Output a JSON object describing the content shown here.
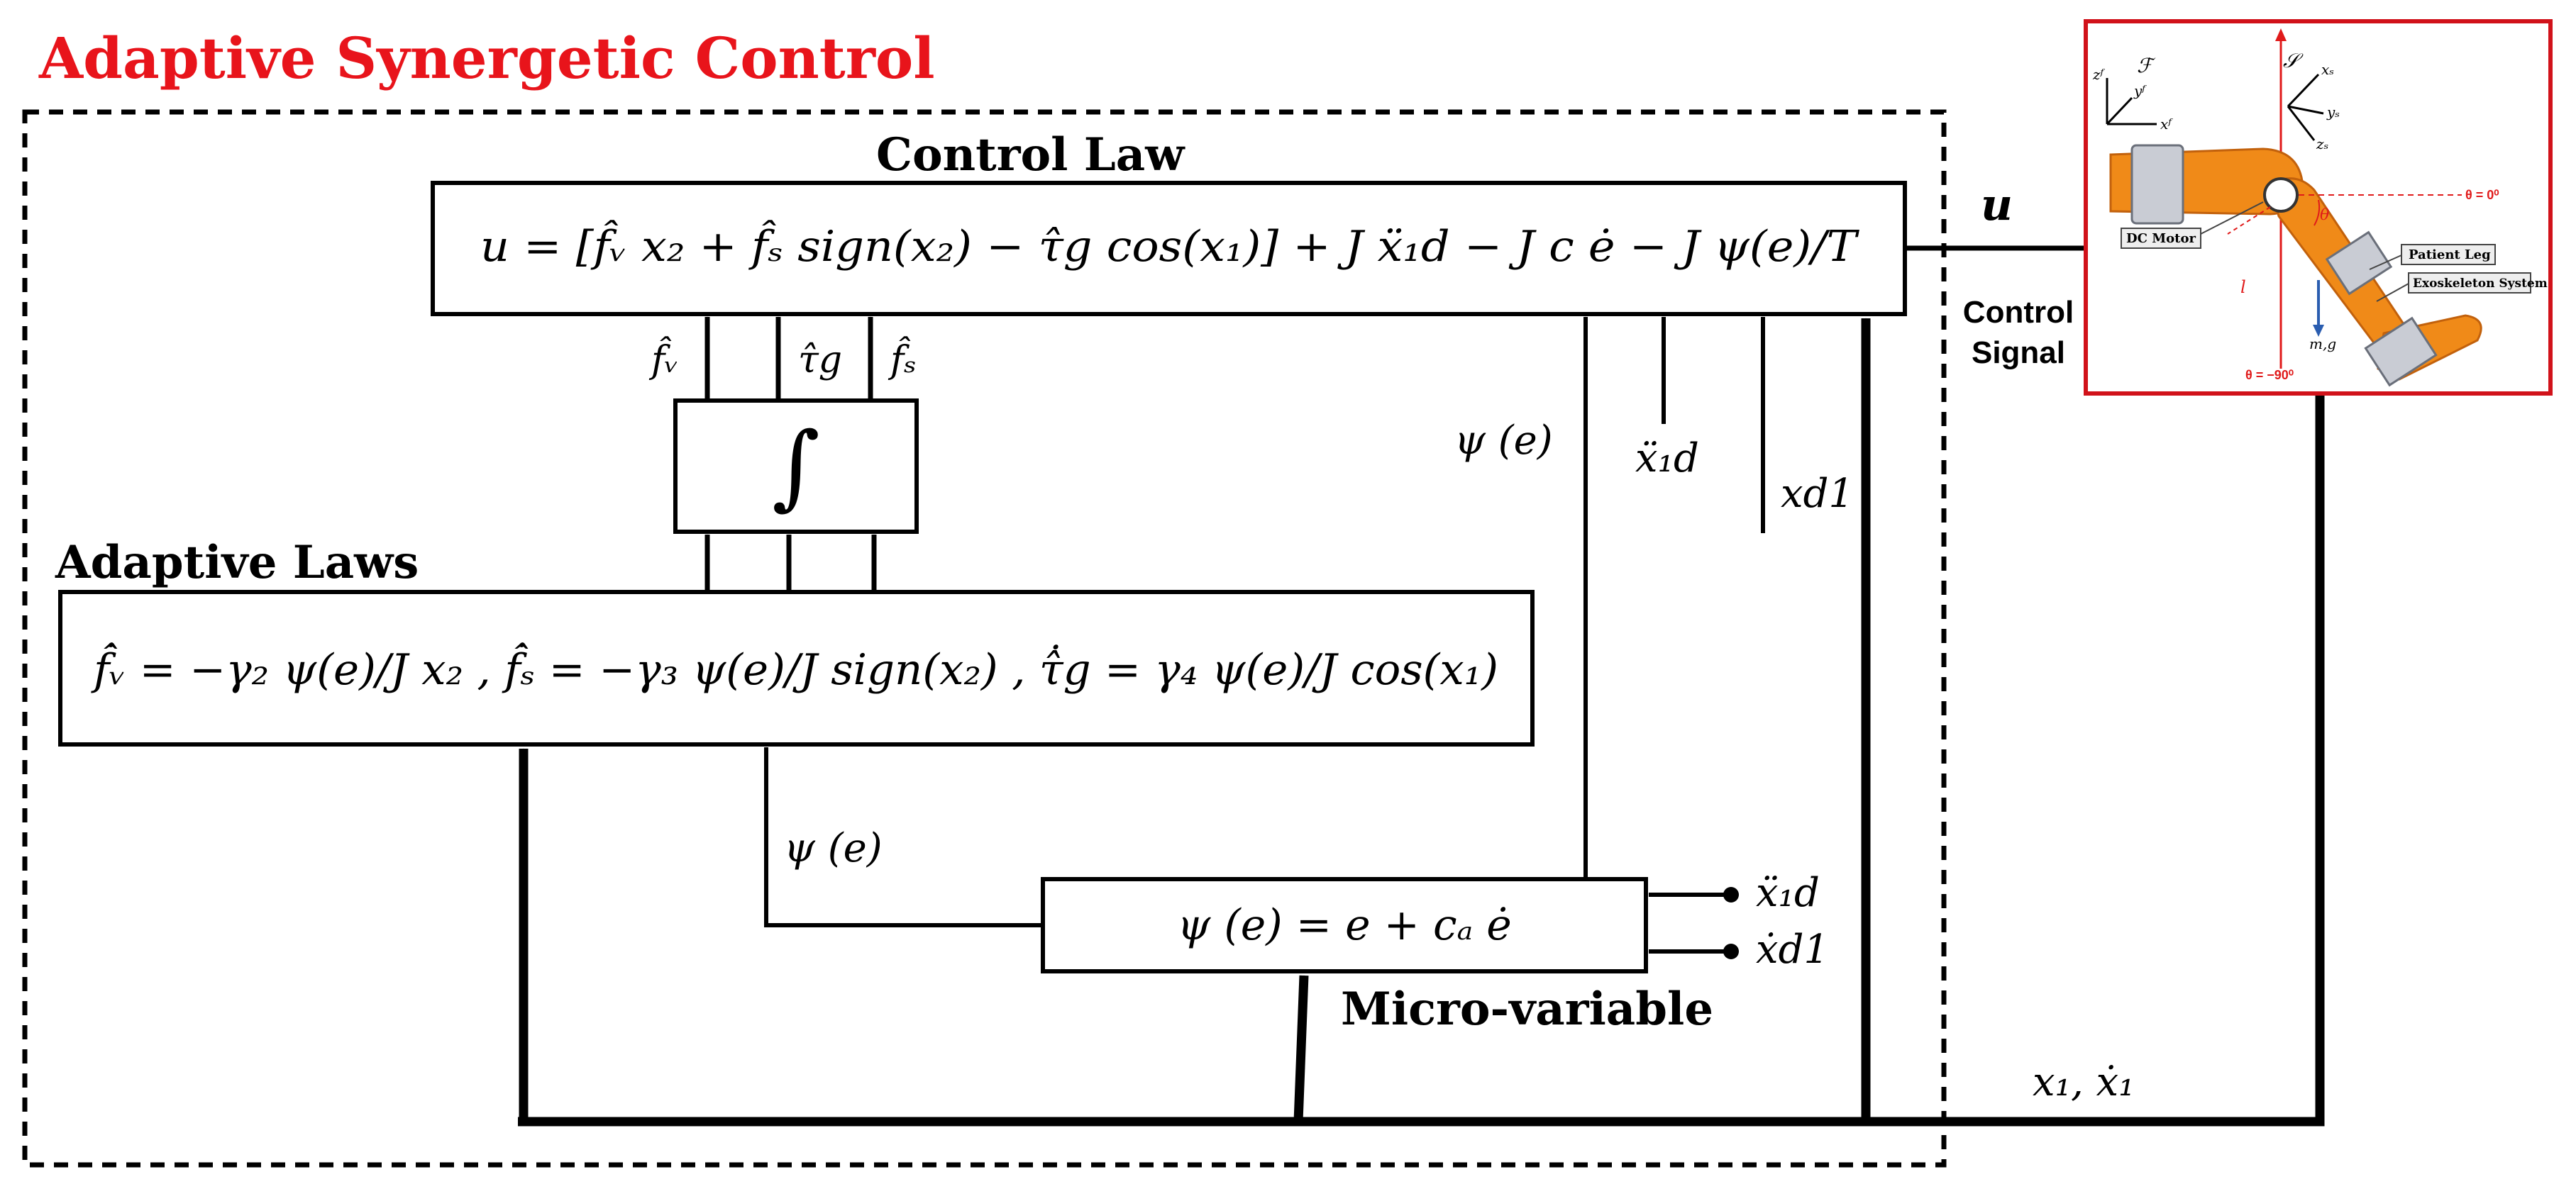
{
  "title": "Adaptive Synergetic Control",
  "control_law": {
    "heading": "Control Law",
    "equation": "u = [f̂ᵥ x₂ + f̂ₛ sign(x₂) − τ̂g cos(x₁)] + J ẍ₁d − J c ė − J ψ(e)/T"
  },
  "integrator": {
    "symbol": "∫"
  },
  "adaptive_laws": {
    "heading": "Adaptive Laws",
    "equation": "f̂̇ᵥ = −γ₂ ψ(e)/J x₂ , f̂̇ₛ = −γ₃ ψ(e)/J sign(x₂) , τ̂̇g = γ₄ ψ(e)/J cos(x₁)"
  },
  "micro_variable": {
    "heading": "Micro-variable",
    "equation": "ψ (e) = e + cₐ ė"
  },
  "signals": {
    "u": "u",
    "control_signal_line1": "Control",
    "control_signal_line2": "Signal",
    "psi_e_right": "ψ (e)",
    "psi_e_left": "ψ (e)",
    "x_dd_1d_top": "ẍ₁d",
    "x_d1_top": "xd1",
    "x_dd_1d_bottom": "ẍ₁d",
    "x_dot_d1_bottom": "ẋd1",
    "feedback": "x₁, ẋ₁",
    "fv_hat": "f̂ᵥ",
    "tau_g_hat": "τ̂g",
    "fs_hat": "f̂ₛ"
  },
  "plant_image": {
    "frame_F": "ℱ",
    "frame_S": "𝒮",
    "axis_zf": "zᶠ",
    "axis_yf": "yᶠ",
    "axis_xf": "xᶠ",
    "axis_xs": "xₛ",
    "axis_ys": "yₛ",
    "axis_zs": "zₛ",
    "motor_label": "DC Motor",
    "leg_label": "Patient Leg",
    "exo_label": "Exoskeleton System",
    "theta0": "θ = 0⁰",
    "theta_neg90": "θ = −90⁰",
    "theta": "θ",
    "length": "l",
    "weight": "m,g"
  },
  "colors": {
    "title": "#e8141b",
    "frame_border": "#d1121a",
    "limb_orange": "#f08a18",
    "limb_dark": "#c2610c",
    "device_gray": "#c9ccd4",
    "annotation_red": "#e01a1a",
    "weight_blue": "#2a5db0"
  }
}
